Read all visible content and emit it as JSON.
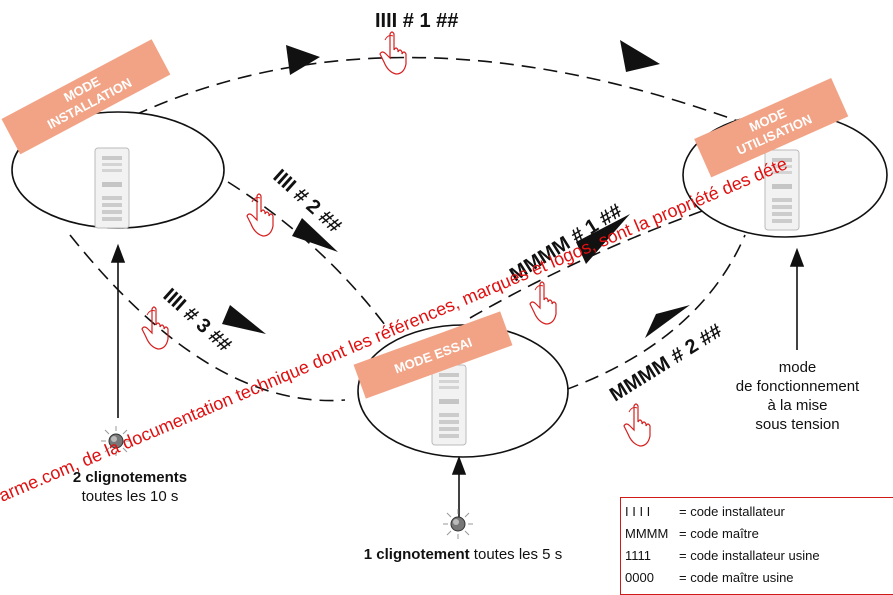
{
  "modes": {
    "installation": "MODE INSTALLATION",
    "utilisation": "MODE UTILISATION",
    "essai": "MODE ESSAI"
  },
  "codes": {
    "install_to_util": "IIII  #  1  ##",
    "install_to_essai": "IIII  #  2  ##",
    "install_to_essai_3": "IIII  #  3  ##",
    "essai_to_util": "MMMM  #  1  ##",
    "util_to_essai": "MMMM  #  2  ##"
  },
  "notes": {
    "install_blink_bold": "2 clignotements",
    "install_blink_rest": "toutes les 10 s",
    "essai_blink_bold": "1 clignotement",
    "essai_blink_rest": " toutes les 5 s",
    "power_on_mode": [
      "mode",
      "de fonctionnement",
      "à la mise",
      "sous tension"
    ]
  },
  "legend": [
    {
      "code": "I I I I",
      "desc": "= code installateur"
    },
    {
      "code": "MMMM",
      "desc": "= code maître"
    },
    {
      "code": "1111",
      "desc": "= code installateur usine"
    },
    {
      "code": "0000",
      "desc": "= code maître usine"
    }
  ],
  "watermark": "arme.com, de la documentation technique dont les références, marques et logos, sont la propriété des déte",
  "colors": {
    "mode_band": "#f2a386",
    "watermark": "#e01010",
    "legend_border": "#d01a1a"
  }
}
